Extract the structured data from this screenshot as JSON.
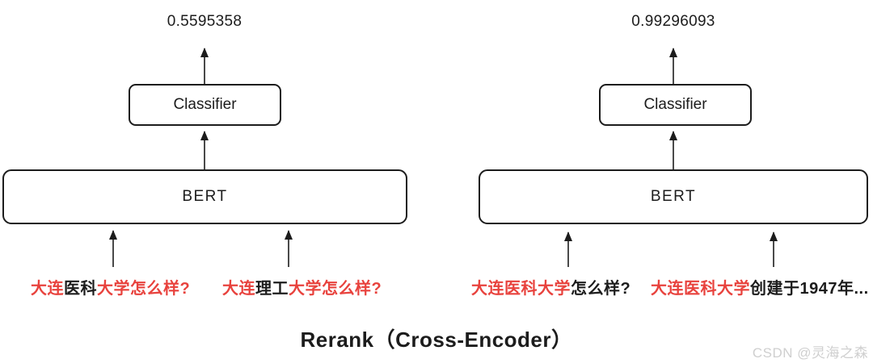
{
  "colors": {
    "red": "#e8423d",
    "ink": "#1c1c1c",
    "border": "#1c1c1c",
    "watermark": "#cfcfcf",
    "background": "#ffffff"
  },
  "caption": "Rerank（Cross-Encoder）",
  "watermark": "CSDN @灵海之森",
  "towers": [
    {
      "score": "0.5595358",
      "classifier_label": "Classifier",
      "bert_label": "BERT",
      "inputs": [
        {
          "segments": [
            {
              "text": "大连",
              "color": "red"
            },
            {
              "text": "医科",
              "color": "ink"
            },
            {
              "text": "大学怎么样?",
              "color": "red"
            }
          ]
        },
        {
          "segments": [
            {
              "text": "大连",
              "color": "red"
            },
            {
              "text": "理工",
              "color": "ink"
            },
            {
              "text": "大学怎么样?",
              "color": "red"
            }
          ]
        }
      ]
    },
    {
      "score": "0.99296093",
      "classifier_label": "Classifier",
      "bert_label": "BERT",
      "inputs": [
        {
          "segments": [
            {
              "text": "大连医科大学",
              "color": "red"
            },
            {
              "text": "怎么样?",
              "color": "ink"
            }
          ]
        },
        {
          "segments": [
            {
              "text": "大连医科大学",
              "color": "red"
            },
            {
              "text": "创建于1947年...",
              "color": "ink"
            }
          ]
        }
      ]
    }
  ]
}
